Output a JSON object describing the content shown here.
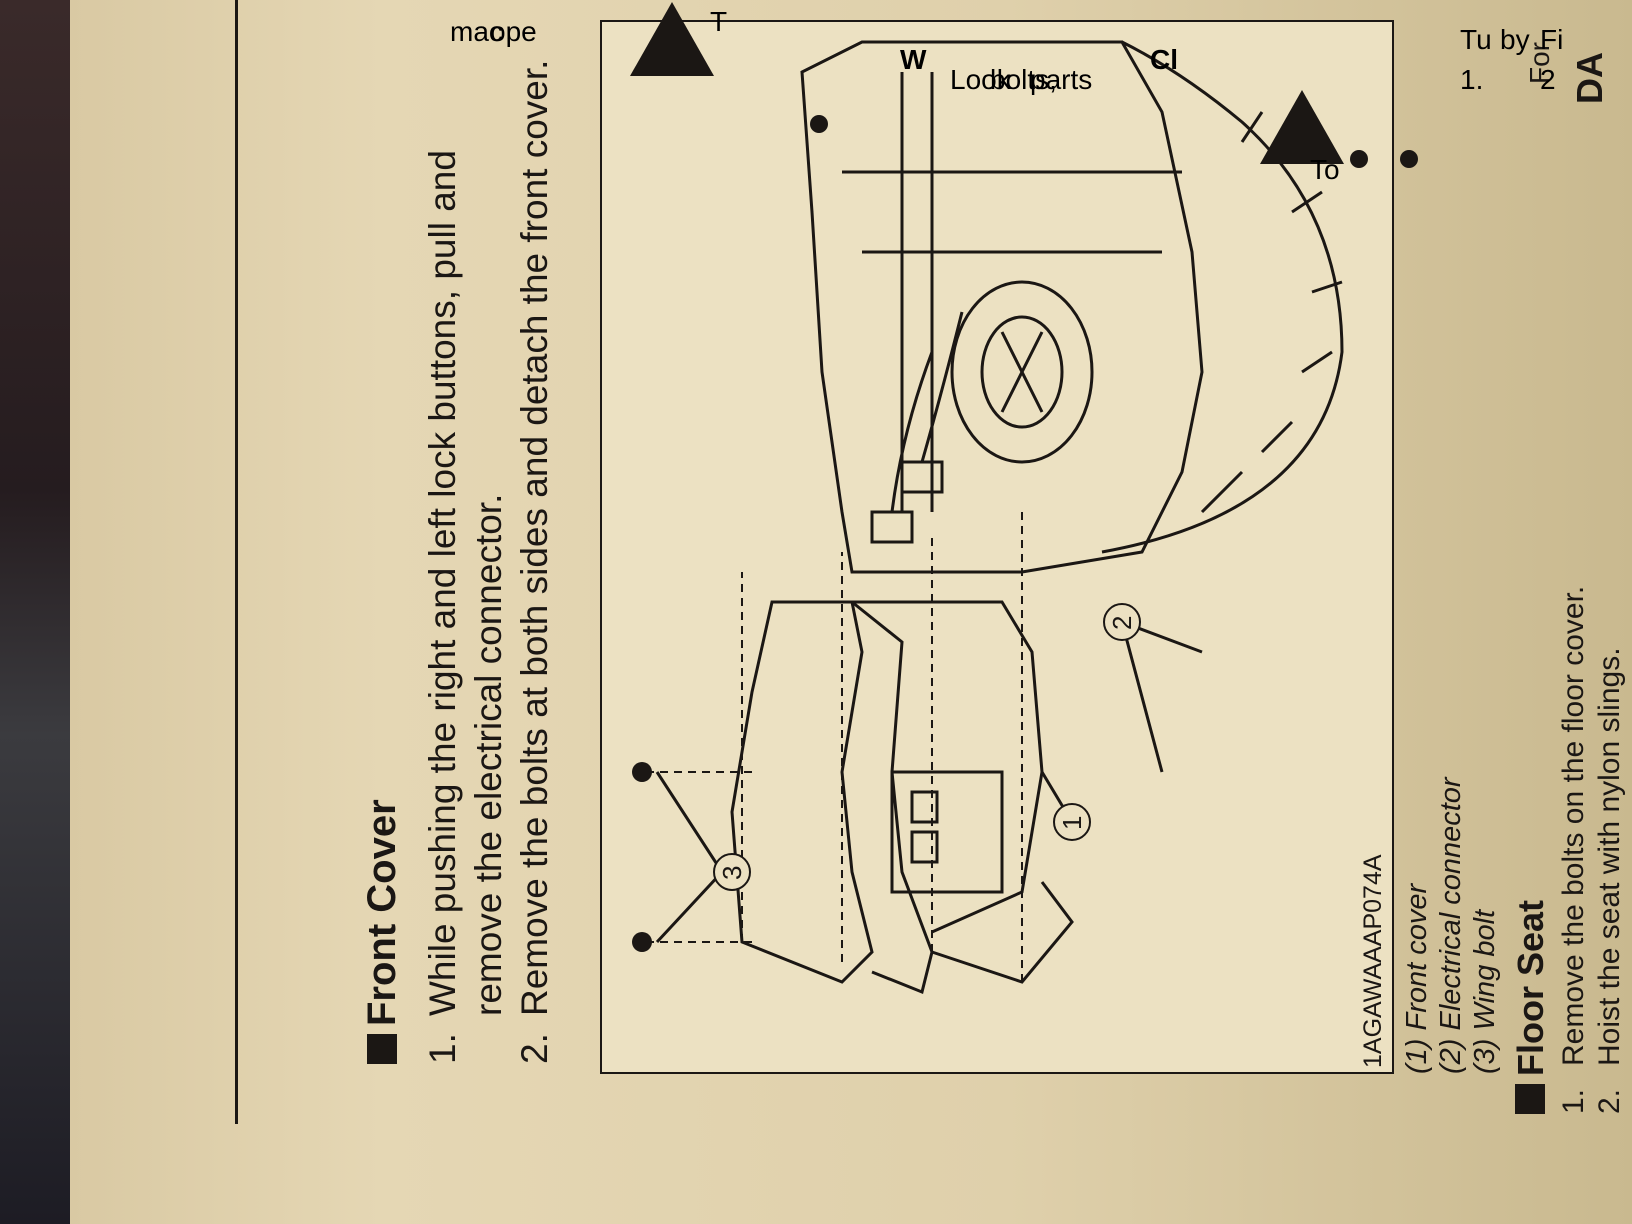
{
  "front_cover": {
    "title": "Front Cover",
    "steps": [
      {
        "num": "1.",
        "text": "While pushing the right and left lock buttons, pull and remove the electrical connector."
      },
      {
        "num": "2.",
        "text": "Remove the bolts at both sides and detach the front cover."
      }
    ],
    "figure_code": "1AGAWAAAP074A",
    "callouts": [
      "1",
      "2",
      "3"
    ],
    "legend": [
      "(1) Front cover",
      "(2) Electrical connector",
      "(3) Wing bolt"
    ]
  },
  "floor_seat": {
    "title": "Floor Seat",
    "steps": [
      {
        "num": "1.",
        "text": "Remove the bolts on the floor cover."
      },
      {
        "num": "2.",
        "text": "Hoist the seat with nylon slings."
      }
    ]
  },
  "right_column": {
    "heading_fragment": "DA",
    "lines": [
      "For",
      "mac",
      "ope"
    ],
    "sec2_fragment": "W",
    "sec2_lines": [
      "Look",
      "bolts,",
      "parts"
    ],
    "sec3_fragment": "Cl",
    "warn_fragment": "T",
    "warn2_fragment": "To",
    "step_fragments": [
      "1.",
      "Tu",
      "by",
      "2",
      "Fi"
    ]
  }
}
